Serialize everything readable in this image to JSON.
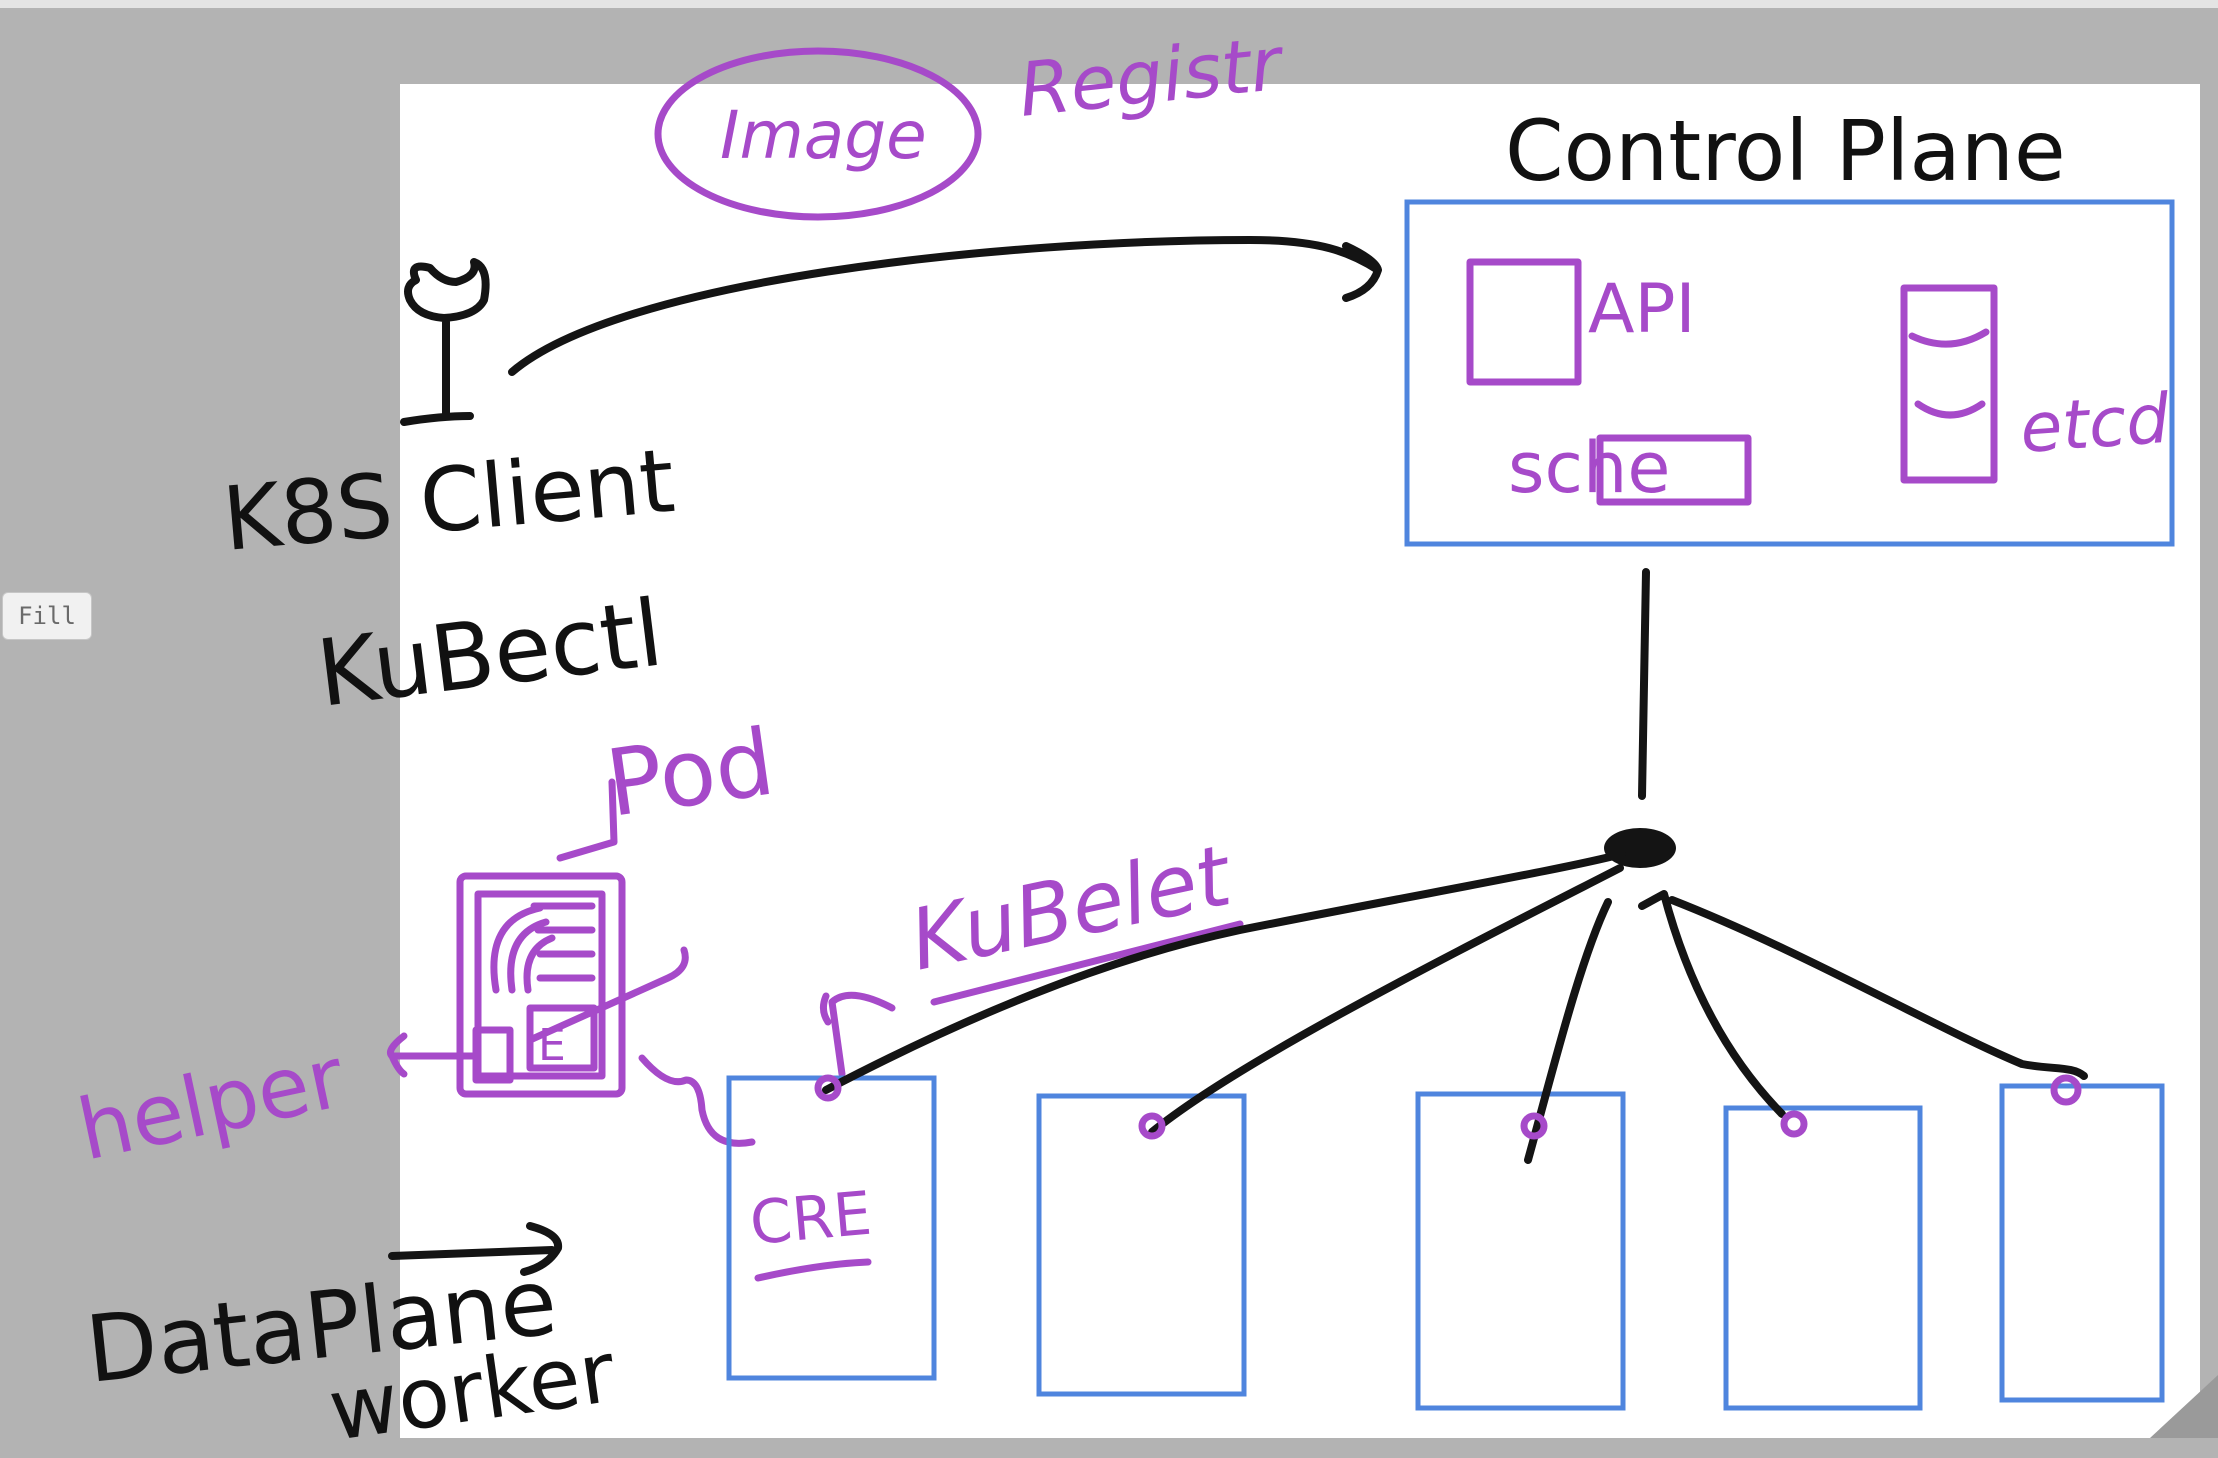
{
  "toolbar": {
    "fill_label": "Fill"
  },
  "labels": {
    "image": "Image",
    "registry": "Registr",
    "control_plane": "Control Plane",
    "api": "API",
    "sche": "sche",
    "etcd": "etcd",
    "k8s_client": "K8S Client",
    "kubectl": "KuBectl",
    "pod": "Pod",
    "kubelet": "KuBelet",
    "helper": "helper",
    "cre": "CRE",
    "data_plane": "DataPlane",
    "worker": "worker"
  },
  "colors": {
    "ink_black": "#141414",
    "ink_purple": "#a64ac9",
    "box_blue": "#4f85de",
    "paper": "#ffffff",
    "background": "#b3b3b3"
  }
}
